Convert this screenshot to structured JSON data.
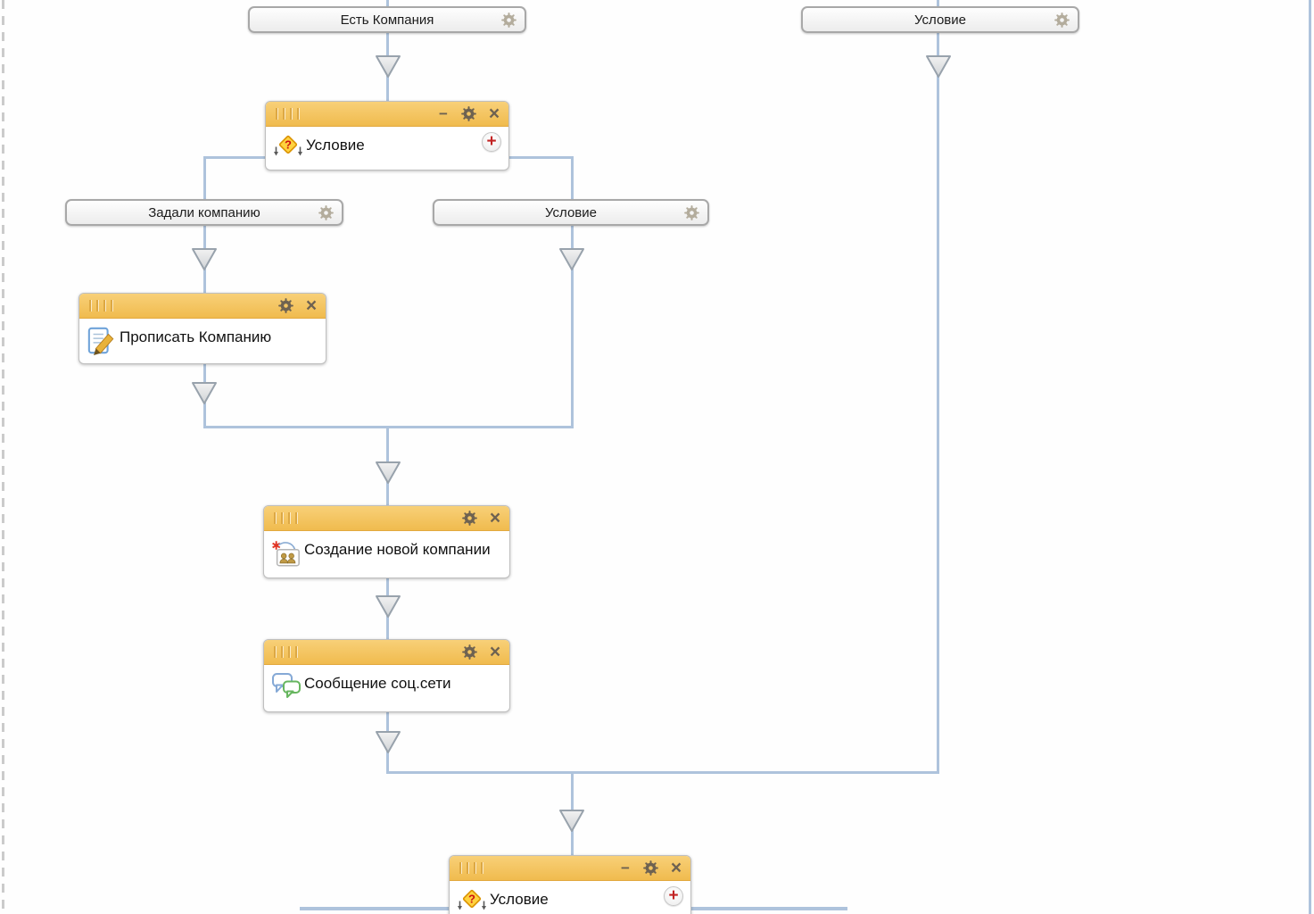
{
  "diagram": {
    "labels": [
      {
        "text": "Есть Компания"
      },
      {
        "text": "Условие"
      },
      {
        "text": "Задали компанию"
      },
      {
        "text": "Условие"
      }
    ],
    "nodes": [
      {
        "title": "Условие"
      },
      {
        "title": "Прописать Компанию"
      },
      {
        "title": "Создание новой компании"
      },
      {
        "title": "Сообщение соц.сети"
      },
      {
        "title": "Условие"
      }
    ]
  },
  "icons": {
    "minimize_glyph": "−",
    "close_glyph": "×",
    "add_branch_glyph": "+",
    "condition_question_glyph": "?"
  },
  "colors": {
    "titlebar_orange_top": "#f8d078",
    "titlebar_orange_bottom": "#f0bb4e",
    "connector_blue": "#aec3dc",
    "diamond_yellow": "#ffd23f",
    "add_button_red": "#c22323",
    "label_border_gray": "#a8a8a8"
  }
}
